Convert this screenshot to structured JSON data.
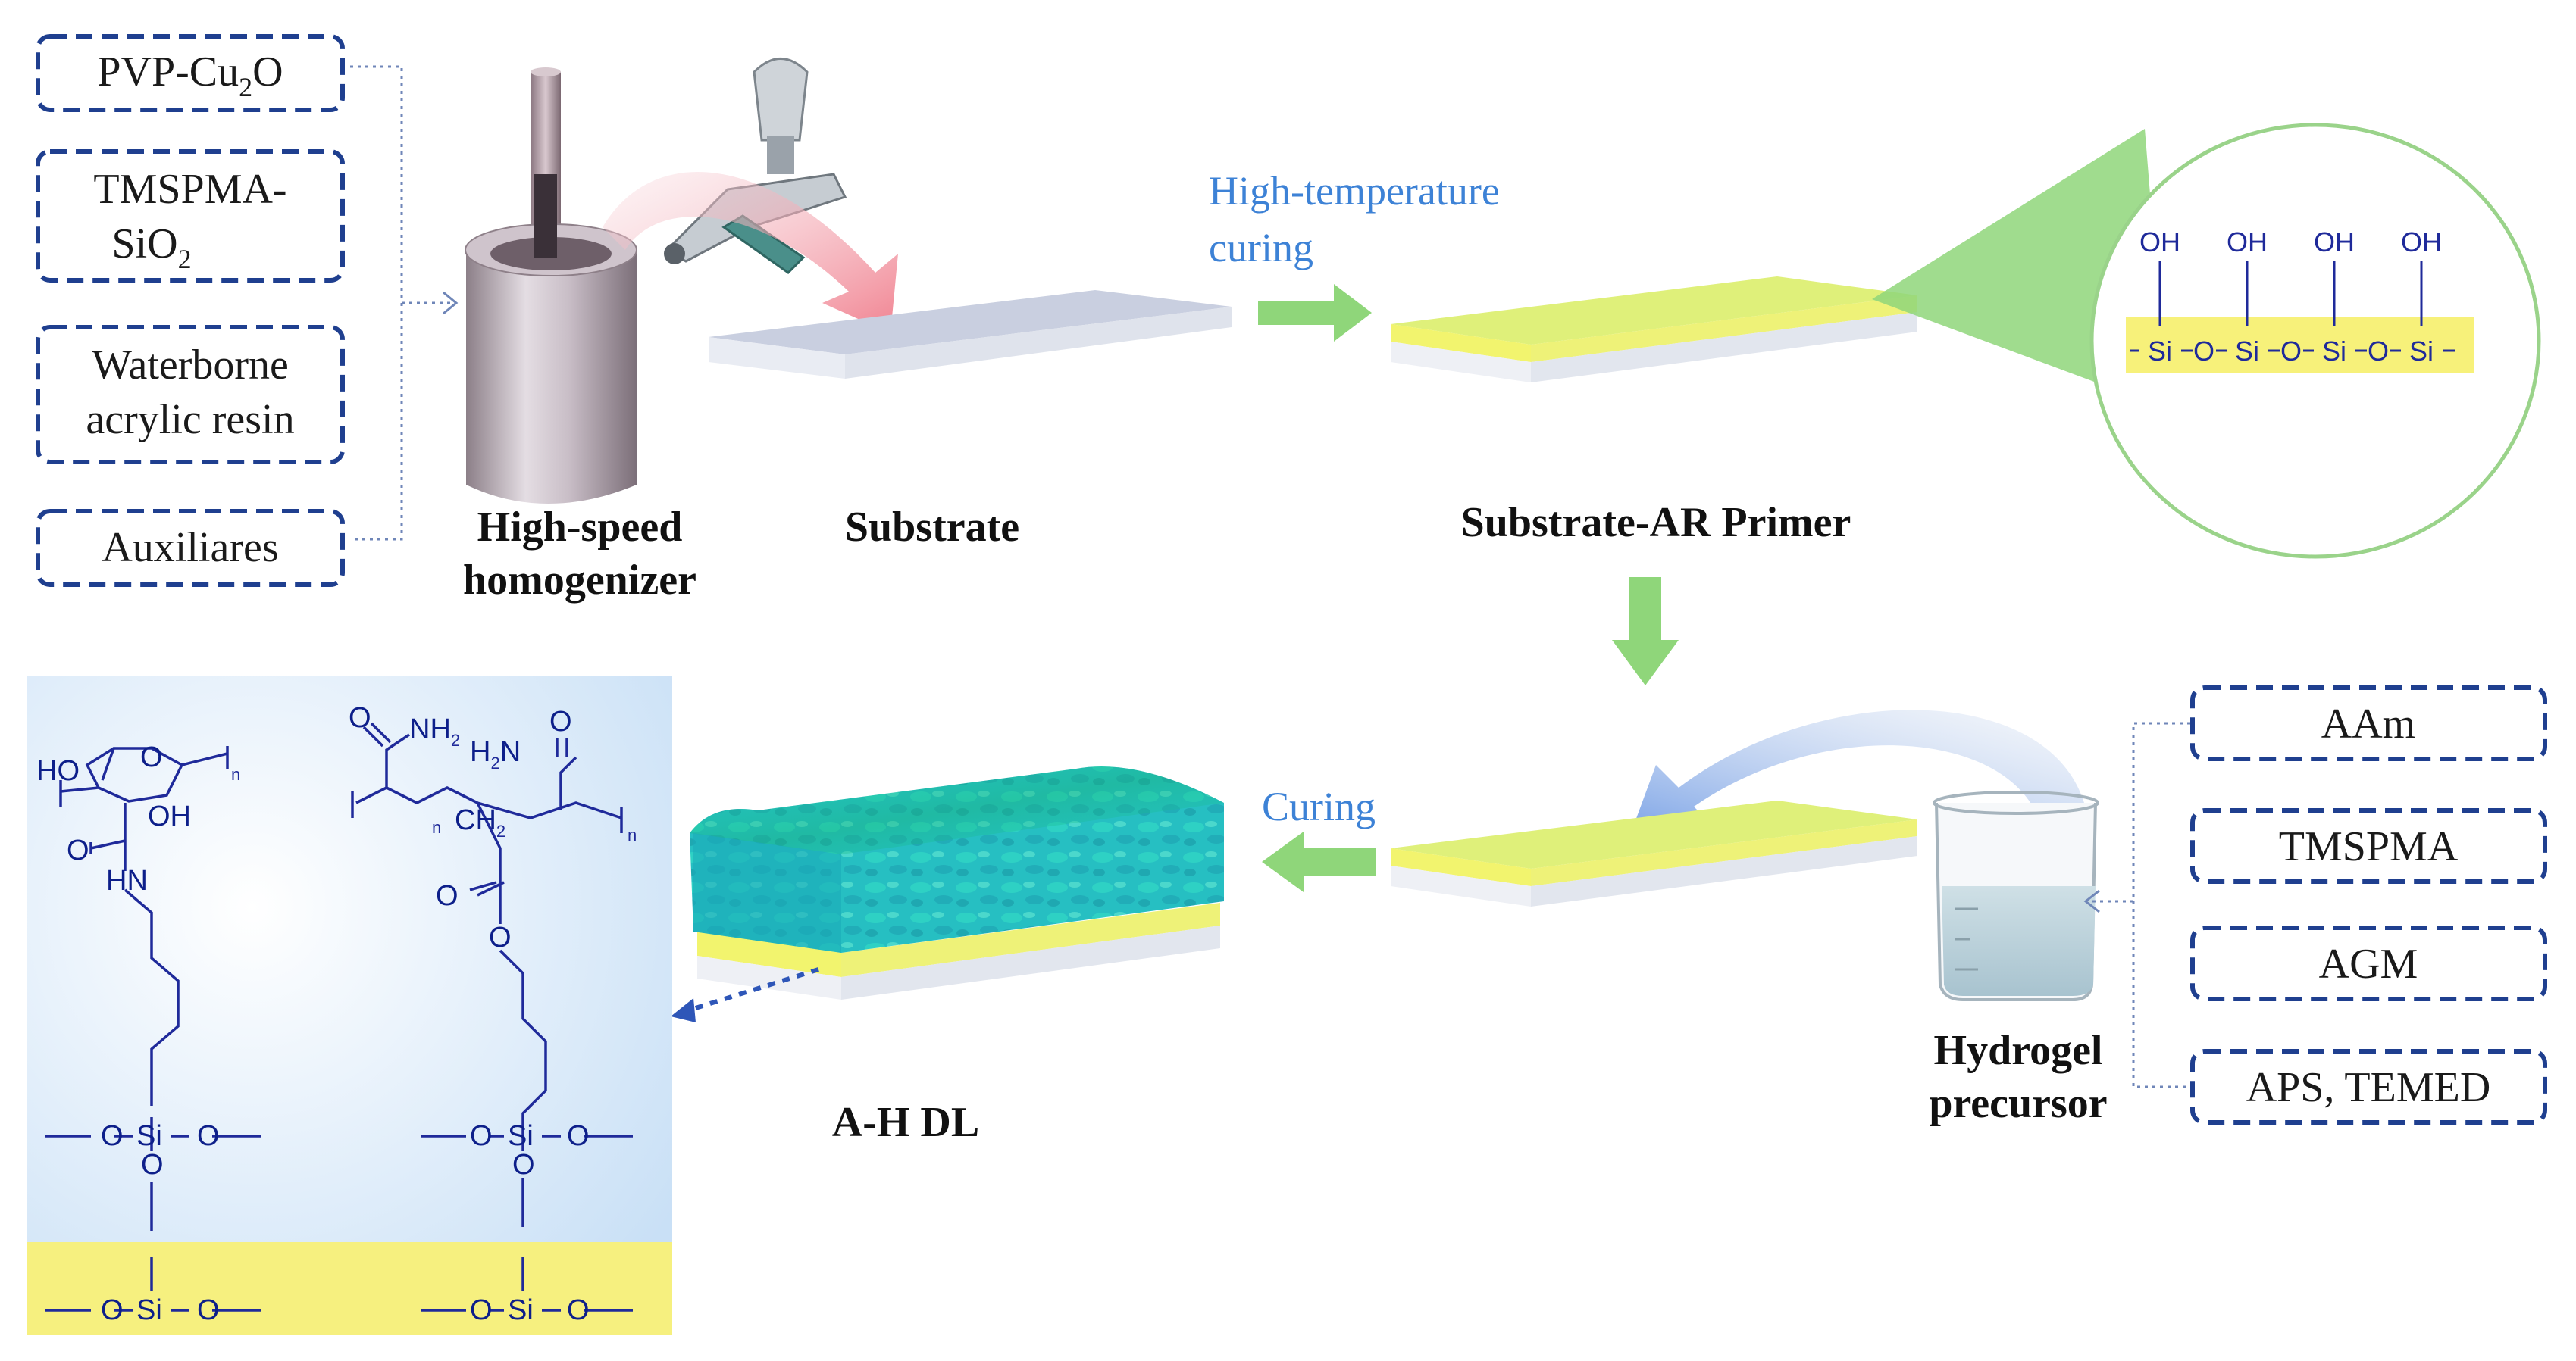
{
  "inputs_top": [
    {
      "main": "PVP-Cu",
      "sub": "2",
      "tail": "O"
    },
    {
      "line1": "TMSPMA-",
      "line2_main": "SiO",
      "line2_sub": "2"
    },
    {
      "line1": "Waterborne",
      "line2": "acrylic resin"
    },
    {
      "label": "Auxiliares"
    }
  ],
  "inputs_bottom": [
    "AAm",
    "TMSPMA",
    "AGM",
    "APS, TEMED"
  ],
  "labels": {
    "homogenizer_1": "High-speed",
    "homogenizer_2": "homogenizer",
    "substrate": "Substrate",
    "primer": "Substrate-AR Primer",
    "hydrogel_1": "Hydrogel",
    "hydrogel_2": "precursor",
    "ahdl": "A-H DL"
  },
  "steps": {
    "curing_high_1": "High-temperature",
    "curing_high_2": "curing",
    "curing": "Curing"
  },
  "silanol": {
    "oh": "OH",
    "chain": [
      "Si",
      "O",
      "Si",
      "O",
      "Si",
      "O",
      "Si"
    ]
  },
  "chem": {
    "ho": "HO",
    "o": "O",
    "oh": "OH",
    "n": "n",
    "nh": "HN",
    "nh2": "NH",
    "two": "2",
    "h2n": "H",
    "n_atom": "N",
    "ch2": "CH",
    "si": "Si"
  },
  "colors": {
    "box_border": "#1f3f8f",
    "arrow_green": "#8fd67a",
    "primer_yellow": "#dff07a",
    "hydrogel": "#2bc7c9",
    "panel_bg": "#d3e6f8",
    "chem_blue": "#1f2a9a"
  }
}
